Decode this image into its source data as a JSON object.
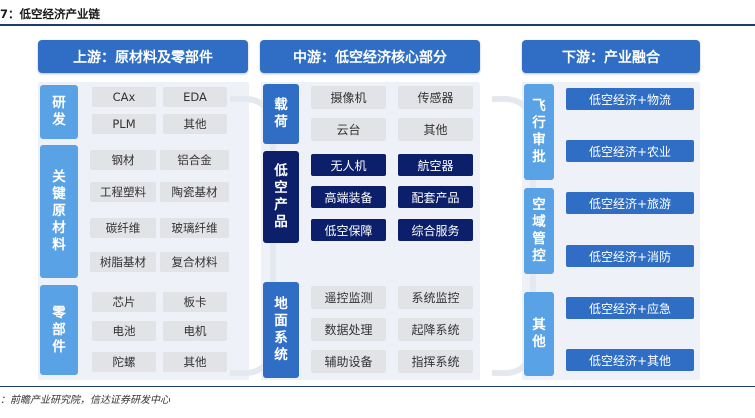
{
  "figure_title": "7：低空经济产业链",
  "source_note": "：前瞻产业研究院，信达证券研发中心",
  "upstream": {
    "header": "上游：原材料及零部件",
    "groups": [
      {
        "label": [
          "研",
          "发"
        ],
        "items": [
          "CAx",
          "EDA",
          "PLM",
          "其他"
        ]
      },
      {
        "label": [
          "关",
          "键",
          "原",
          "材",
          "料"
        ],
        "items": [
          "钢材",
          "铝合金",
          "工程塑料",
          "陶瓷基材",
          "碳纤维",
          "玻璃纤维",
          "树脂基材",
          "复合材料"
        ]
      },
      {
        "label": [
          "零",
          "部",
          "件"
        ],
        "items": [
          "芯片",
          "板卡",
          "电池",
          "电机",
          "陀螺",
          "其他"
        ]
      }
    ]
  },
  "midstream": {
    "header": "中游：低空经济核心部分",
    "groups": [
      {
        "label": [
          "载",
          "荷"
        ],
        "items": [
          "摄像机",
          "传感器",
          "云台",
          "其他"
        ]
      },
      {
        "label": [
          "低",
          "空",
          "产",
          "品"
        ],
        "items": [
          "无人机",
          "航空器",
          "高端装备",
          "配套产品",
          "低空保障",
          "综合服务"
        ]
      },
      {
        "label": [
          "地",
          "面",
          "系",
          "统"
        ],
        "items": [
          "遥控监测",
          "系统监控",
          "数据处理",
          "起降系统",
          "辅助设备",
          "指挥系统"
        ]
      }
    ]
  },
  "downstream": {
    "header": "下游：产业融合",
    "groups": [
      {
        "label": [
          "飞",
          "行",
          "审",
          "批"
        ],
        "items": [
          "低空经济+物流",
          "低空经济+农业"
        ]
      },
      {
        "label": [
          "空",
          "域",
          "管",
          "控"
        ],
        "items": [
          "低空经济+旅游",
          "低空经济+消防"
        ]
      },
      {
        "label": [
          "其",
          "他"
        ],
        "items": [
          "低空经济+应急",
          "低空经济+其他"
        ]
      }
    ]
  },
  "colors": {
    "light_blue": "#5aa2e6",
    "mid_blue": "#2f6ec4",
    "navy": "#0c1f6b",
    "chip_grey": "#e2e3e7",
    "rule": "#1f3a6d"
  }
}
